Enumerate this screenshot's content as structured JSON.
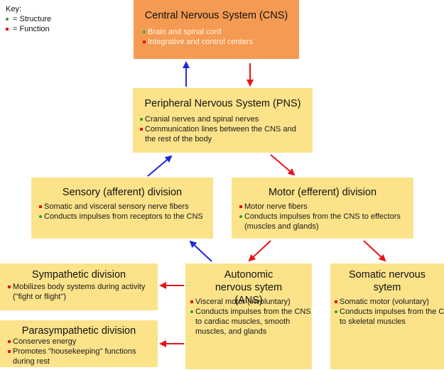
{
  "key": {
    "title": "Key:",
    "structure_label": "= Structure",
    "function_label": "= Function"
  },
  "colors": {
    "structure_bullet": "#21a32b",
    "function_bullet": "#e4141b",
    "box_yellow": "#fce38a",
    "box_orange": "#f59a52",
    "arrow_blue": "#1f2ad6",
    "arrow_red": "#e4141b"
  },
  "boxes": {
    "cns": {
      "title": "Central Nervous System (CNS)",
      "items": [
        {
          "type": "structure",
          "text": "Brain and spinal cord"
        },
        {
          "type": "function",
          "text": "Integrative and control centers"
        }
      ]
    },
    "pns": {
      "title": "Peripheral Nervous System (PNS)",
      "items": [
        {
          "type": "structure",
          "text": "Cranial nerves and spinal nerves"
        },
        {
          "type": "function",
          "text": "Communication lines between the CNS and the rest of the body"
        }
      ]
    },
    "sensory": {
      "title": "Sensory (afferent) division",
      "items": [
        {
          "type": "function",
          "text": "Somatic and visceral sensory nerve fibers"
        },
        {
          "type": "structure",
          "text": "Conducts impulses from receptors to the CNS"
        }
      ]
    },
    "motor": {
      "title": "Motor (efferent) division",
      "items": [
        {
          "type": "function",
          "text": "Motor nerve fibers"
        },
        {
          "type": "structure",
          "text": "Conducts impulses from the CNS to effectors (muscles and glands)"
        }
      ]
    },
    "sympathetic": {
      "title": "Sympathetic division",
      "items": [
        {
          "type": "function",
          "text": "Mobilizes body systems during activity (\"fight or flight\")"
        }
      ]
    },
    "parasympathetic": {
      "title": "Parasympathetic division",
      "items": [
        {
          "type": "function",
          "text": "Conserves energy"
        },
        {
          "type": "function",
          "text": "Promotes \"housekeeping\" functions during rest"
        }
      ]
    },
    "ans": {
      "title": "Autonomic nervous sytem (ANS)",
      "items": [
        {
          "type": "function",
          "text": "Visceral motor (involuntary)"
        },
        {
          "type": "structure",
          "text": "Conducts impulses from the CNS to cardiac muscles, smooth muscles, and glands"
        }
      ]
    },
    "somatic": {
      "title": "Somatic nervous sytem",
      "items": [
        {
          "type": "function",
          "text": "Somatic motor (voluntary)"
        },
        {
          "type": "structure",
          "text": "Conducts impulses from the CNS to skeletal muscles"
        }
      ]
    }
  }
}
